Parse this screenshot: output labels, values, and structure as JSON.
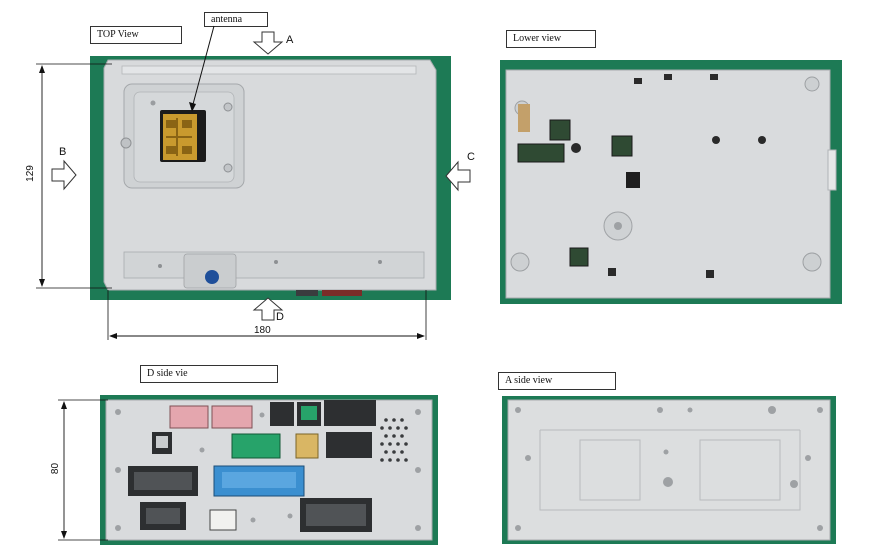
{
  "views": {
    "top": {
      "title": "TOP View"
    },
    "lower": {
      "title": "Lower view"
    },
    "d_side": {
      "title": "D side vie"
    },
    "a_side": {
      "title": "A side view"
    }
  },
  "callouts": {
    "antenna": "antenna"
  },
  "direction_labels": {
    "a": "A",
    "b": "B",
    "c": "C",
    "d": "D"
  },
  "dimensions": {
    "height_top": "129",
    "width_top": "180",
    "height_side": "80"
  },
  "colors": {
    "green_backdrop": "#1d7a55",
    "metal_plate": "#d8dadc",
    "metal_edge": "#b9bcbf",
    "connector_pink": "#e4a6ae",
    "connector_green": "#27a36a",
    "connector_blue": "#3b8fd0",
    "connector_dark": "#2d2f31",
    "connector_yellow": "#d9b664",
    "antenna_gold": "#c99a2e"
  }
}
